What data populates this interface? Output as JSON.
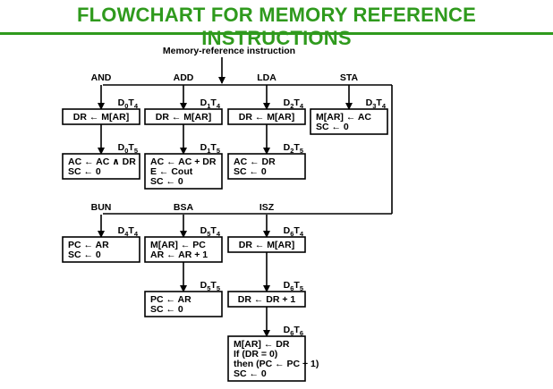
{
  "title": "FLOWCHART FOR MEMORY REFERENCE INSTRUCTIONS",
  "title_color": "#2f9a1d",
  "root_label": "Memory-reference instruction",
  "branches": [
    {
      "name": "AND",
      "steps": [
        {
          "timing": {
            "d": "0",
            "t": "4"
          },
          "lines": [
            "DR ← M[AR]"
          ]
        },
        {
          "timing": {
            "d": "0",
            "t": "5"
          },
          "lines": [
            "AC ← AC ∧ DR",
            "SC ← 0"
          ]
        }
      ]
    },
    {
      "name": "ADD",
      "steps": [
        {
          "timing": {
            "d": "1",
            "t": "4"
          },
          "lines": [
            "DR ← M[AR]"
          ]
        },
        {
          "timing": {
            "d": "1",
            "t": "5"
          },
          "lines": [
            "AC ← AC + DR",
            "E ← Cout",
            "SC ← 0"
          ]
        }
      ]
    },
    {
      "name": "LDA",
      "steps": [
        {
          "timing": {
            "d": "2",
            "t": "4"
          },
          "lines": [
            "DR ← M[AR]"
          ]
        },
        {
          "timing": {
            "d": "2",
            "t": "5"
          },
          "lines": [
            "AC ← DR",
            "SC ← 0"
          ]
        }
      ]
    },
    {
      "name": "STA",
      "steps": [
        {
          "timing": {
            "d": "3",
            "t": "4"
          },
          "lines": [
            "M[AR] ← AC",
            "SC ← 0"
          ]
        }
      ]
    },
    {
      "name": "BUN",
      "steps": [
        {
          "timing": {
            "d": "4",
            "t": "4"
          },
          "lines": [
            "PC ← AR",
            "SC ← 0"
          ]
        }
      ]
    },
    {
      "name": "BSA",
      "steps": [
        {
          "timing": {
            "d": "5",
            "t": "4"
          },
          "lines": [
            "M[AR] ← PC",
            "AR ← AR + 1"
          ]
        },
        {
          "timing": {
            "d": "5",
            "t": "5"
          },
          "lines": [
            "PC ← AR",
            "SC ← 0"
          ]
        }
      ]
    },
    {
      "name": "ISZ",
      "steps": [
        {
          "timing": {
            "d": "6",
            "t": "4"
          },
          "lines": [
            "DR ← M[AR]"
          ]
        },
        {
          "timing": {
            "d": "6",
            "t": "5"
          },
          "lines": [
            "DR ← DR + 1"
          ]
        },
        {
          "timing": {
            "d": "6",
            "t": "6"
          },
          "lines": [
            "M[AR] ← DR",
            "If (DR = 0)",
            "then (PC ← PC + 1)",
            "SC ← 0"
          ]
        }
      ]
    }
  ]
}
